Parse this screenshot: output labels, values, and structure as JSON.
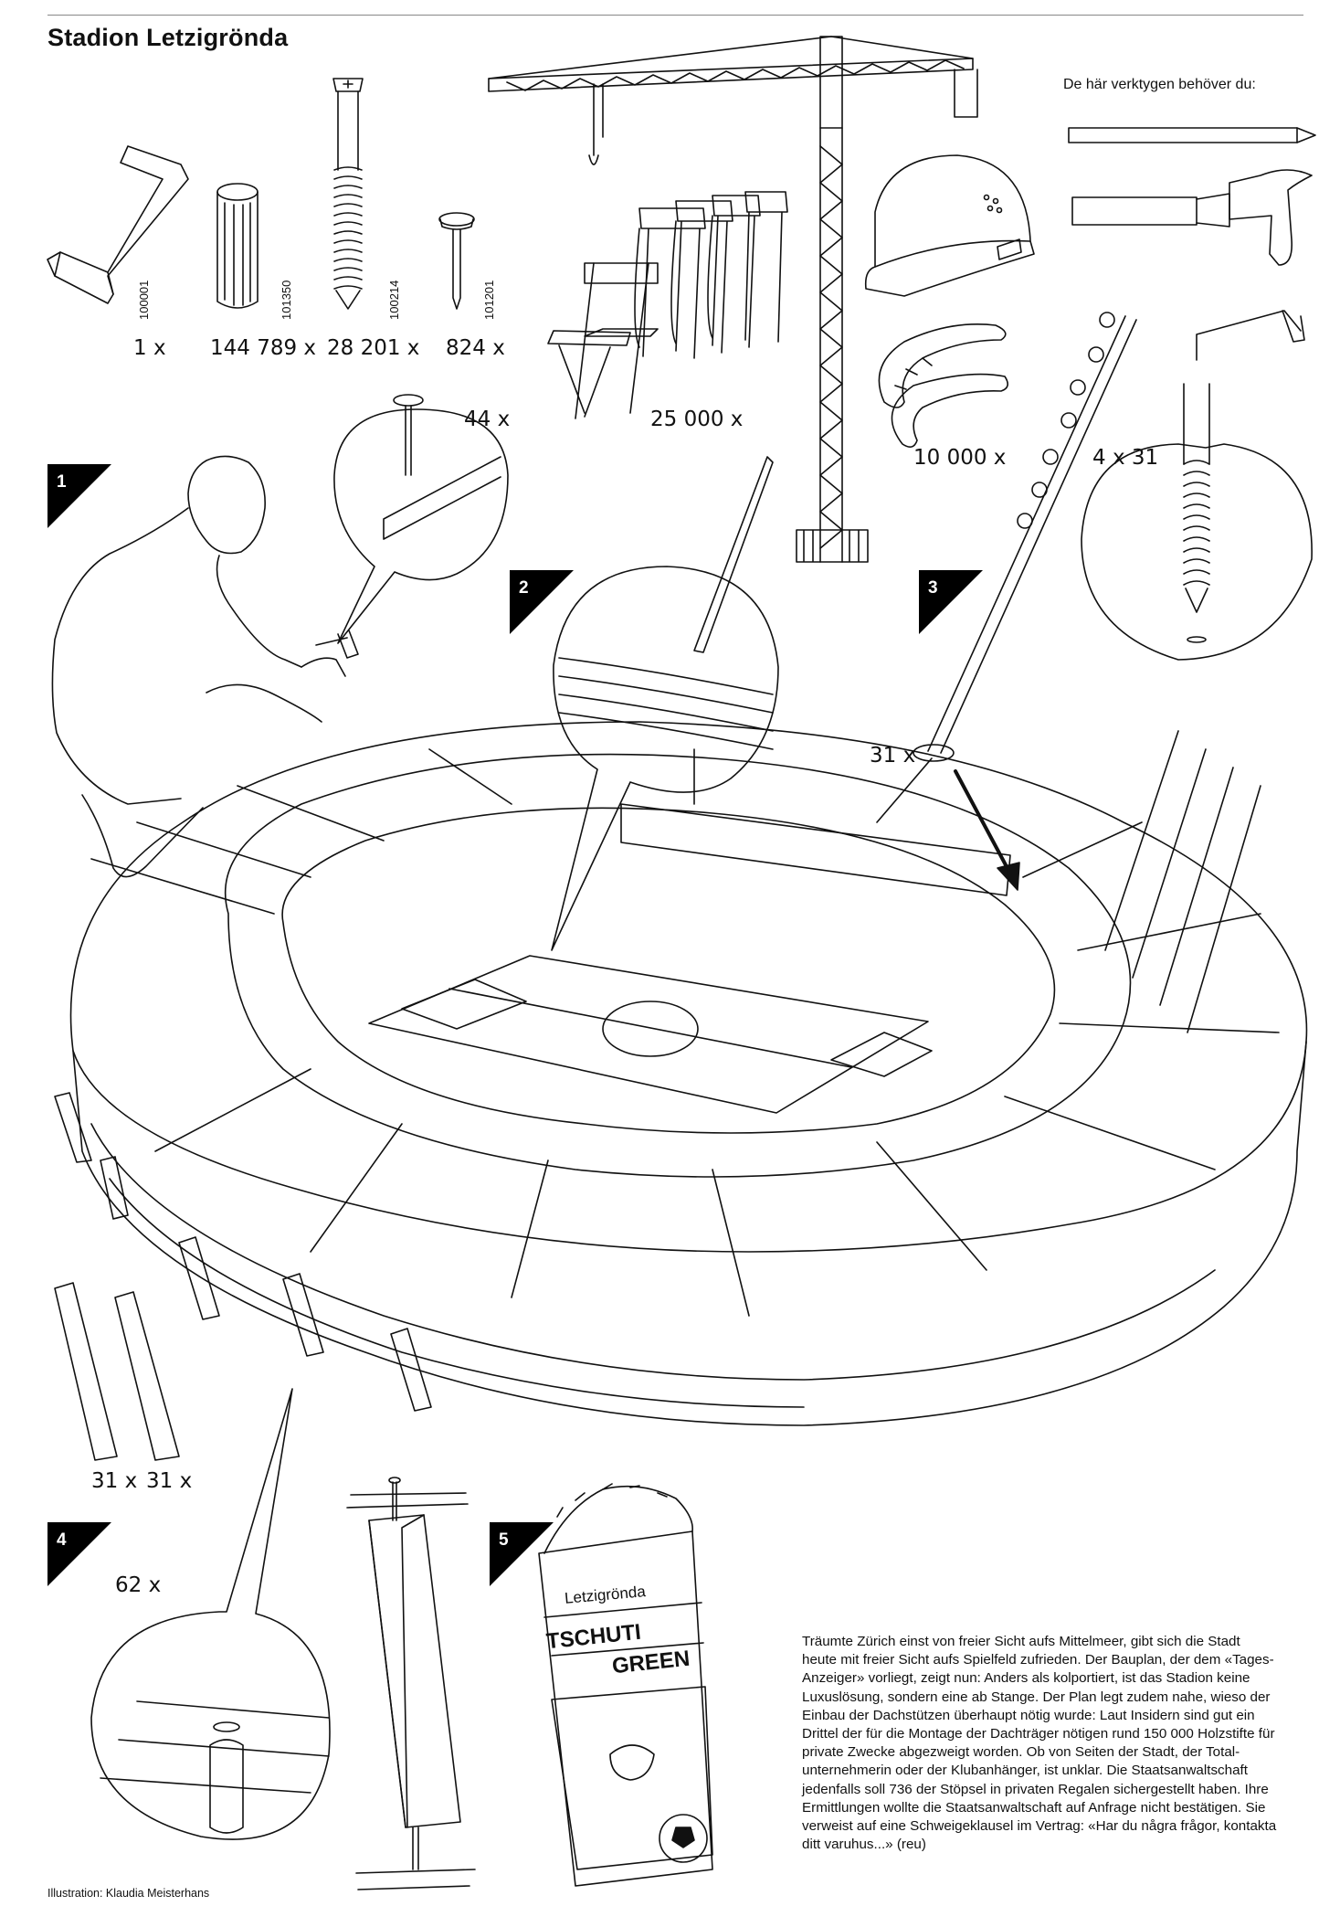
{
  "title": "Stadion Letzigrönda",
  "tools_label": "De här verktygen behöver du:",
  "parts": [
    {
      "name": "allen-key",
      "code": "100001",
      "count": "1 x"
    },
    {
      "name": "wooden-dowel",
      "code": "101350",
      "count": "144 789 x"
    },
    {
      "name": "screw",
      "code": "100214",
      "count": "28 201 x"
    },
    {
      "name": "nail",
      "code": "101201",
      "count": "824 x"
    }
  ],
  "chairs_count": "25 000 x",
  "sausages_count": "10 000 x",
  "floodlight_count": "4 x 31",
  "nails_callout_count": "44 x",
  "poles_count": "31 x",
  "beams_counts": [
    "31 x",
    "31 x"
  ],
  "dowel_callout_count": "62 x",
  "steps": [
    "1",
    "2",
    "3",
    "4",
    "5"
  ],
  "seed_bag": {
    "brand": "Letzigrönda",
    "line1": "TSCHUTI",
    "line2": "GREEN"
  },
  "body_text": "Träumte Zürich einst von freier Sicht aufs Mittelmeer, gibt sich die Stadt heute mit freier Sicht aufs Spielfeld zufrieden. Der Bauplan, der dem «Tages-Anzeiger» vorliegt, zeigt nun: Anders als kolportiert, ist das Stadion keine Luxuslösung, sondern eine ab Stange.  Der Plan legt zudem nahe, wieso der Einbau der Dachstützen überhaupt nötig wurde: Laut Insidern sind gut ein Drittel der für die Montage der Dachträger nötigen rund 150 000 Holzstifte für private Zwecke abgezweigt worden.  Ob von Seiten der Stadt, der Total-unternehmerin oder der Klubanhänger, ist unklar. Die Staatsanwaltschaft jedenfalls soll 736 der Stöpsel in privaten Regalen sichergestellt haben. Ihre Ermittlungen wollte die Staatsanwaltschaft auf Anfrage nicht bestätigen. Sie verweist auf eine Schweigeklausel im Vertrag: «Har du några frågor, kontakta ditt varuhus...»  (reu)",
  "credit": "Illustration: Klaudia Meisterhans"
}
